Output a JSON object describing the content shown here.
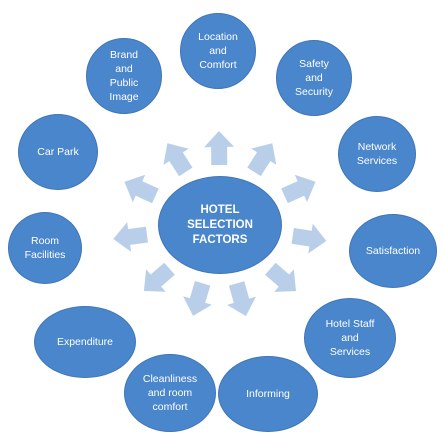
{
  "colors": {
    "node_fill": "#4a86cb",
    "node_border": "#3f76b8",
    "arrow_fill": "#b9cfe9",
    "text": "#ffffff"
  },
  "center": {
    "label": "HOTEL\nSELECTION\nFACTORS"
  },
  "factors": [
    {
      "label": "Location\nand\nComfort"
    },
    {
      "label": "Safety\nand\nSecurity"
    },
    {
      "label": "Network\nServices"
    },
    {
      "label": "Satisfaction"
    },
    {
      "label": "Hotel  Staff\nand\nServices"
    },
    {
      "label": "Informing"
    },
    {
      "label": "Cleanliness\nand  room\ncomfort"
    },
    {
      "label": "Expenditure"
    },
    {
      "label": "Room\nFacilities"
    },
    {
      "label": "Car Park"
    },
    {
      "label": "Brand\nand\nPublic\nImage"
    }
  ]
}
